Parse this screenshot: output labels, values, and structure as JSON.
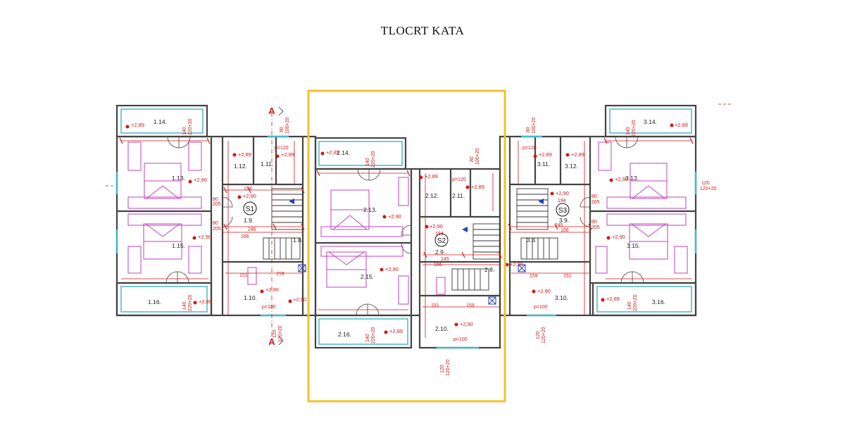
{
  "title": "TLOCRT KATA",
  "colors": {
    "walls": "#444444",
    "dimension_red": "#d01818",
    "furniture_magenta": "#c040c0",
    "balcony_cyan": "#4ab8c8",
    "highlight_yellow": "#f2c12e",
    "stair_blue": "#2040c0"
  },
  "section_marks": [
    {
      "id": "sec-a-top",
      "label": "A"
    },
    {
      "id": "sec-a-bottom",
      "label": "A"
    }
  ],
  "stairs": [
    {
      "id": "s1",
      "label": "S1"
    },
    {
      "id": "s2",
      "label": "S2"
    },
    {
      "id": "s3",
      "label": "S3"
    }
  ],
  "rooms": [
    {
      "id": "r114",
      "label": "1.14."
    },
    {
      "id": "r113",
      "label": "1.13."
    },
    {
      "id": "r115",
      "label": "1.15."
    },
    {
      "id": "r116",
      "label": "1.16."
    },
    {
      "id": "r112",
      "label": "1.12."
    },
    {
      "id": "r111",
      "label": "1.11."
    },
    {
      "id": "r19",
      "label": "1.9."
    },
    {
      "id": "r18",
      "label": "1.8."
    },
    {
      "id": "r110",
      "label": "1.10."
    },
    {
      "id": "r214",
      "label": "2.14."
    },
    {
      "id": "r213",
      "label": "2.13."
    },
    {
      "id": "r215",
      "label": "2.15."
    },
    {
      "id": "r216",
      "label": "2.16."
    },
    {
      "id": "r212",
      "label": "2.12."
    },
    {
      "id": "r211",
      "label": "2.11."
    },
    {
      "id": "r29",
      "label": "2.9."
    },
    {
      "id": "r28",
      "label": "2.8."
    },
    {
      "id": "r210",
      "label": "2.10."
    },
    {
      "id": "r311",
      "label": "3.11."
    },
    {
      "id": "r312",
      "label": "3.12."
    },
    {
      "id": "r314",
      "label": "3.14."
    },
    {
      "id": "r313",
      "label": "3.13."
    },
    {
      "id": "r39",
      "label": "3.9."
    },
    {
      "id": "r38",
      "label": "3.8."
    },
    {
      "id": "r315",
      "label": "3.15."
    },
    {
      "id": "r310",
      "label": "3.10."
    },
    {
      "id": "r316",
      "label": "3.16."
    }
  ],
  "levels": [
    {
      "id": "l1",
      "label": "+2,89"
    },
    {
      "id": "l2",
      "label": "+2,90"
    },
    {
      "id": "l3",
      "label": "+2,89"
    },
    {
      "id": "l4",
      "label": "+2,90"
    },
    {
      "id": "l5",
      "label": "+2,90"
    },
    {
      "id": "l6",
      "label": "+2,90"
    },
    {
      "id": "l7",
      "label": "+2,89"
    },
    {
      "id": "l8",
      "label": "+2,89"
    },
    {
      "id": "l9",
      "label": "+2,90"
    },
    {
      "id": "l10",
      "label": "+2,89"
    },
    {
      "id": "l11",
      "label": "+2,90"
    },
    {
      "id": "l12",
      "label": "+2,90"
    },
    {
      "id": "l13",
      "label": "+2,89"
    },
    {
      "id": "l14",
      "label": "+2,90"
    },
    {
      "id": "l15",
      "label": "+2,89"
    },
    {
      "id": "l16",
      "label": "+2,90"
    },
    {
      "id": "l17",
      "label": "+2,89"
    },
    {
      "id": "l18",
      "label": "+2,89"
    },
    {
      "id": "l19",
      "label": "+2,90"
    },
    {
      "id": "l20",
      "label": "+2,89"
    },
    {
      "id": "l21",
      "label": "+2,90"
    },
    {
      "id": "l22",
      "label": "+2,90"
    },
    {
      "id": "l23",
      "label": "+2,90"
    },
    {
      "id": "l24",
      "label": "+2,89"
    },
    {
      "id": "l25",
      "label": "+2,90"
    },
    {
      "id": "l26",
      "label": "+2,89"
    }
  ],
  "dims": [
    {
      "id": "d1",
      "label": "140"
    },
    {
      "id": "d2",
      "label": "220+20"
    },
    {
      "id": "d3",
      "label": "80"
    },
    {
      "id": "d4",
      "label": "100+20"
    },
    {
      "id": "d5",
      "label": "p=120"
    },
    {
      "id": "d6",
      "label": "p=120"
    },
    {
      "id": "d7",
      "label": "p=120"
    },
    {
      "id": "d8",
      "label": "194"
    },
    {
      "id": "d9",
      "label": "245"
    },
    {
      "id": "d10",
      "label": "166"
    },
    {
      "id": "d11",
      "label": "80"
    },
    {
      "id": "d12",
      "label": "205"
    },
    {
      "id": "d13",
      "label": "80"
    },
    {
      "id": "d14",
      "label": "205"
    },
    {
      "id": "d15",
      "label": "151"
    },
    {
      "id": "d16",
      "label": "159"
    },
    {
      "id": "d17",
      "label": "p=100"
    },
    {
      "id": "d18",
      "label": "120"
    },
    {
      "id": "d19",
      "label": "120+20"
    },
    {
      "id": "d20",
      "label": "145"
    },
    {
      "id": "d21",
      "label": "166"
    },
    {
      "id": "d22",
      "label": "194"
    },
    {
      "id": "d23",
      "label": "151"
    },
    {
      "id": "d24",
      "label": "159"
    },
    {
      "id": "d25",
      "label": "p=100"
    },
    {
      "id": "d26",
      "label": "120"
    },
    {
      "id": "d27",
      "label": "120+20"
    },
    {
      "id": "d28",
      "label": "194"
    },
    {
      "id": "d29",
      "label": "245"
    },
    {
      "id": "d30",
      "label": "166"
    },
    {
      "id": "d31",
      "label": "80"
    },
    {
      "id": "d32",
      "label": "205"
    },
    {
      "id": "d33",
      "label": "80"
    },
    {
      "id": "d34",
      "label": "205"
    },
    {
      "id": "d35",
      "label": "151"
    },
    {
      "id": "d36",
      "label": "159"
    },
    {
      "id": "d37",
      "label": "p=100"
    },
    {
      "id": "d38",
      "label": "120"
    },
    {
      "id": "d39",
      "label": "120+20"
    },
    {
      "id": "d40",
      "label": "120"
    },
    {
      "id": "d41",
      "label": "120+20"
    },
    {
      "id": "d42",
      "label": "140"
    },
    {
      "id": "d43",
      "label": "220+20"
    },
    {
      "id": "d44",
      "label": "140"
    },
    {
      "id": "d45",
      "label": "220+20"
    },
    {
      "id": "d46",
      "label": "140"
    },
    {
      "id": "d47",
      "label": "220+20"
    },
    {
      "id": "d48",
      "label": "140"
    },
    {
      "id": "d49",
      "label": "220+20"
    },
    {
      "id": "d50",
      "label": "140"
    },
    {
      "id": "d51",
      "label": "220+20"
    },
    {
      "id": "d52",
      "label": "80"
    },
    {
      "id": "d53",
      "label": "100+20"
    },
    {
      "id": "d54",
      "label": "80"
    },
    {
      "id": "d55",
      "label": "100+20"
    }
  ]
}
